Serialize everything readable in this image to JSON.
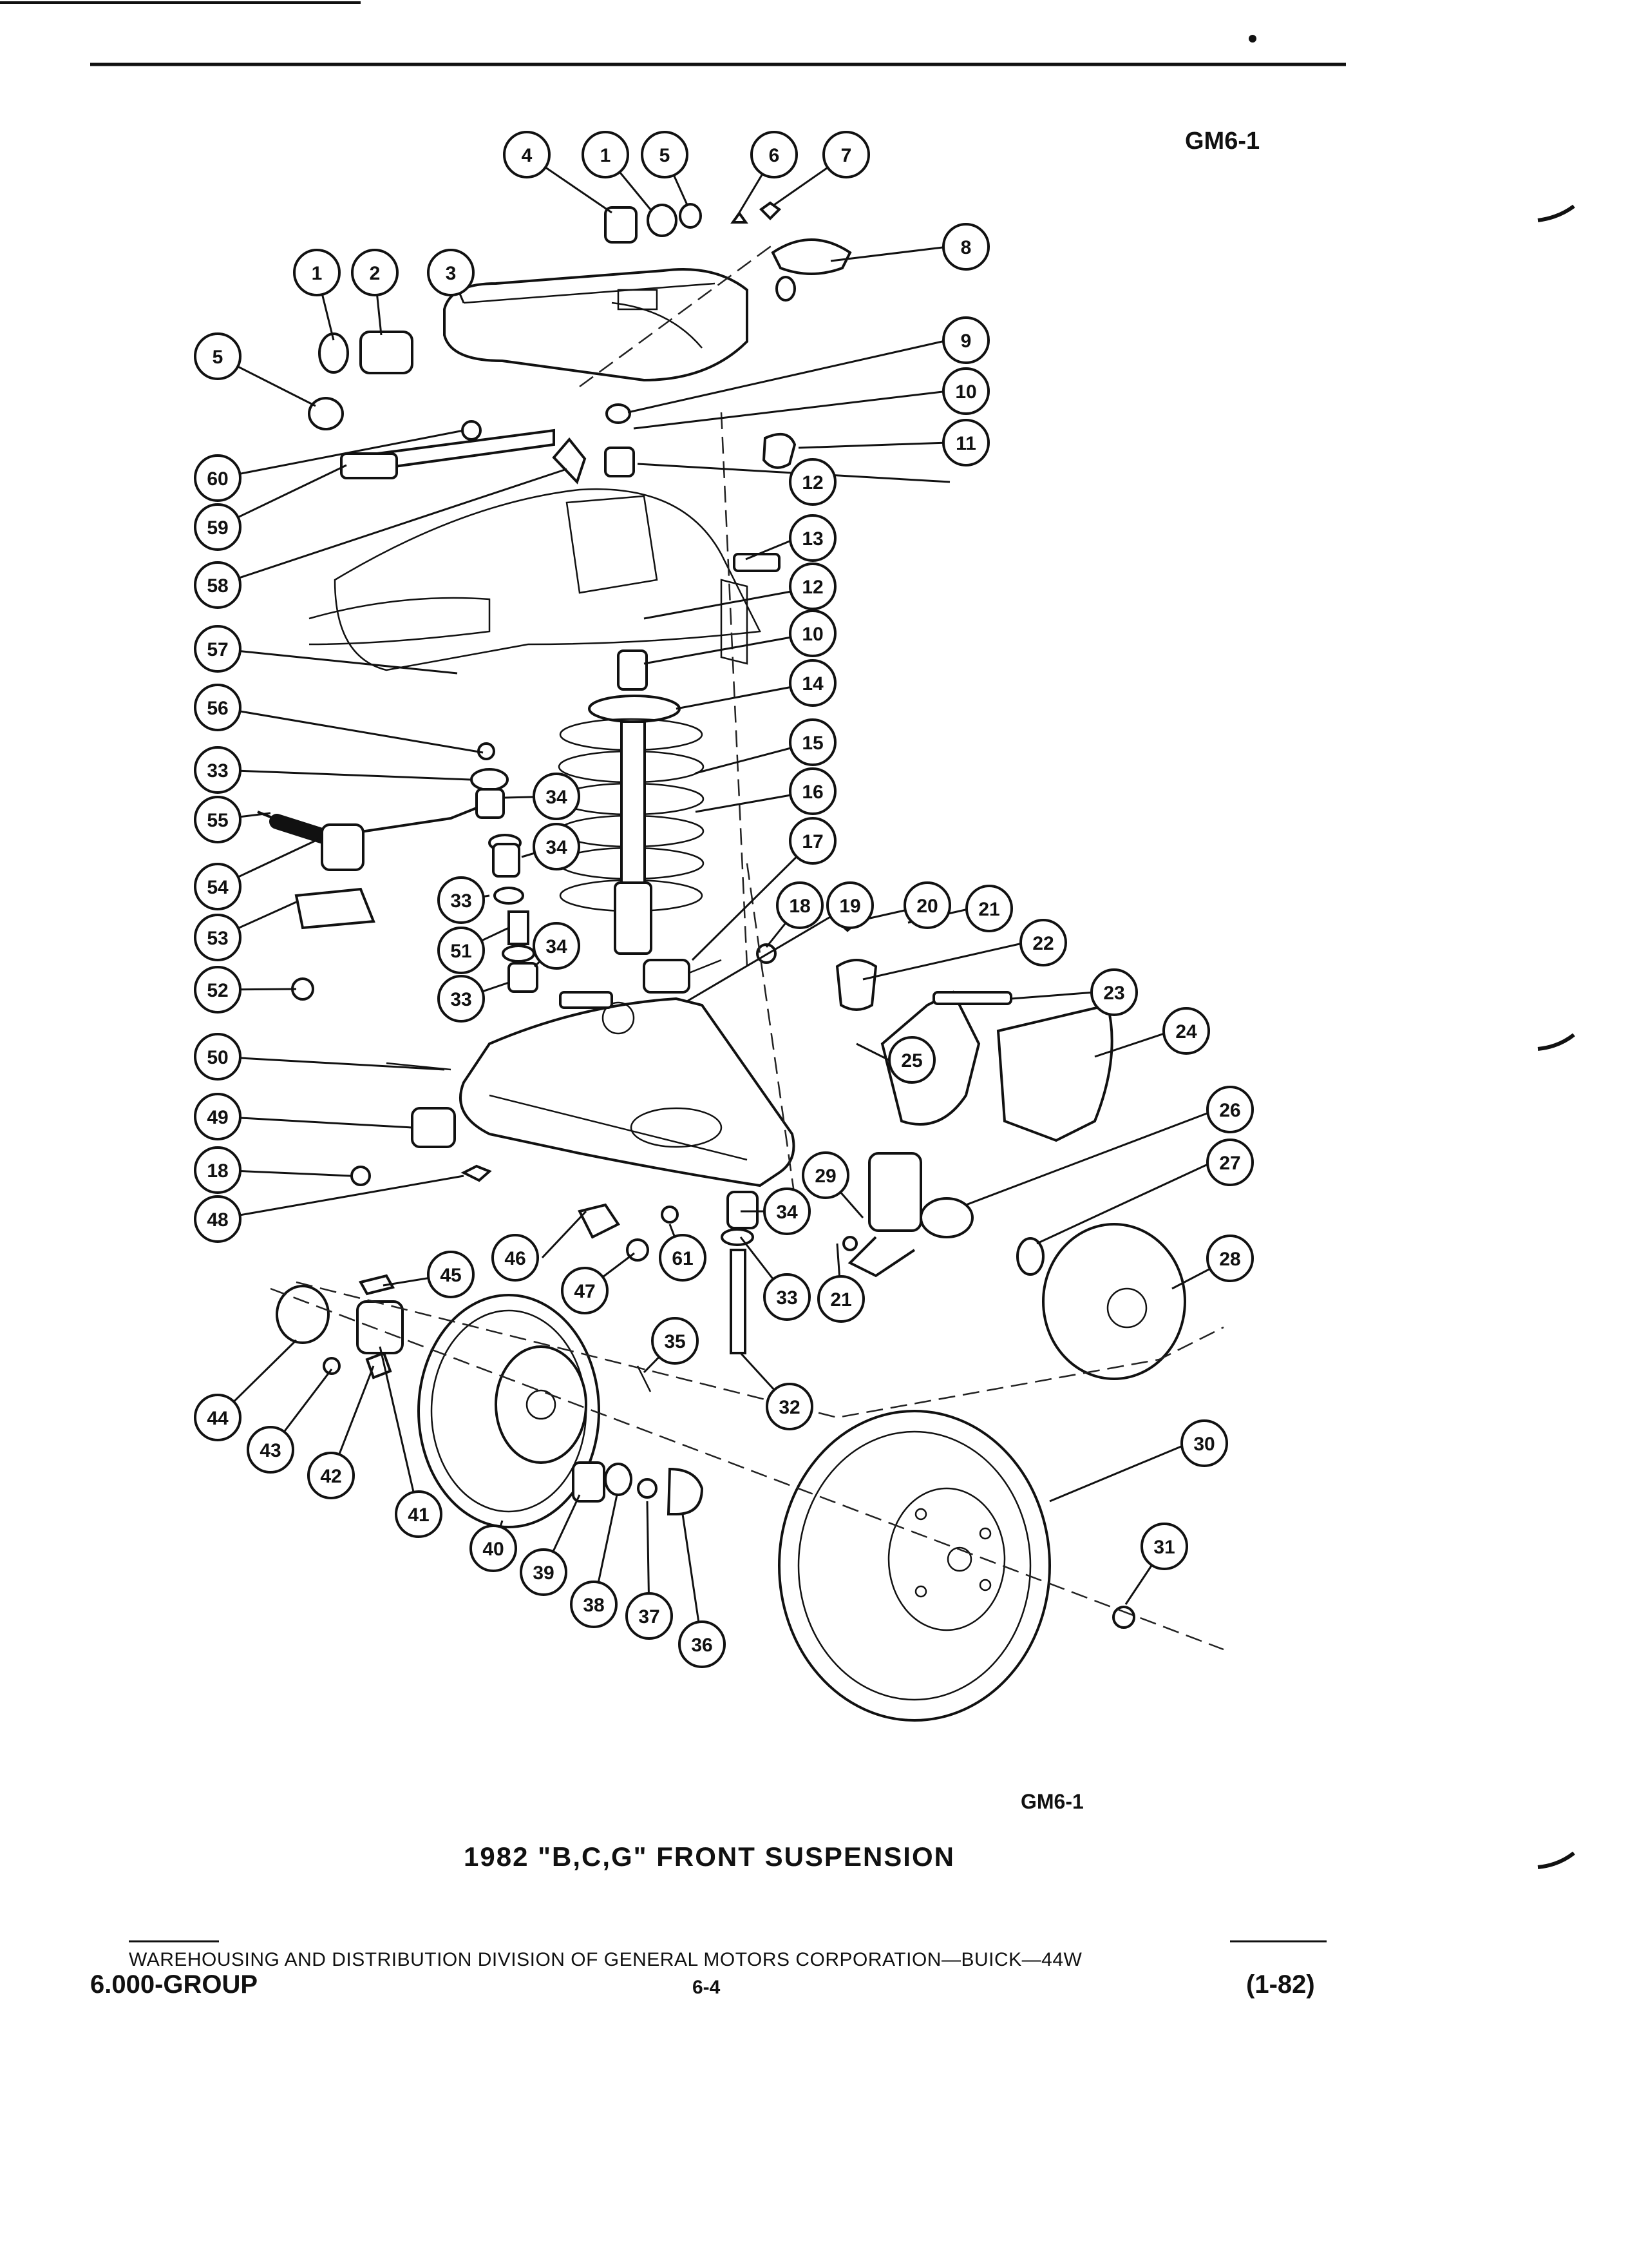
{
  "figure_id_top": "GM6-1",
  "figure_id_bottom": "GM6-1",
  "caption": "1982 \"B,C,G\" FRONT SUSPENSION",
  "footer": {
    "line": "WAREHOUSING AND DISTRIBUTION DIVISION OF GENERAL MOTORS CORPORATION—BUICK—44W",
    "group": "6.000-GROUP",
    "page": "6-4",
    "date": "(1-82)"
  },
  "callouts": [
    "4",
    "1",
    "5",
    "6",
    "7",
    "8",
    "1",
    "2",
    "3",
    "5",
    "9",
    "10",
    "11",
    "60",
    "12",
    "59",
    "58",
    "13",
    "12",
    "57",
    "10",
    "14",
    "56",
    "15",
    "33",
    "34",
    "16",
    "55",
    "34",
    "17",
    "54",
    "33",
    "18",
    "19",
    "20",
    "21",
    "53",
    "51",
    "34",
    "22",
    "52",
    "33",
    "23",
    "24",
    "50",
    "25",
    "49",
    "26",
    "27",
    "18",
    "29",
    "48",
    "34",
    "46",
    "47",
    "61",
    "33",
    "21",
    "28",
    "45",
    "35",
    "44",
    "43",
    "32",
    "42",
    "41",
    "40",
    "30",
    "31",
    "39",
    "38",
    "37",
    "36"
  ]
}
